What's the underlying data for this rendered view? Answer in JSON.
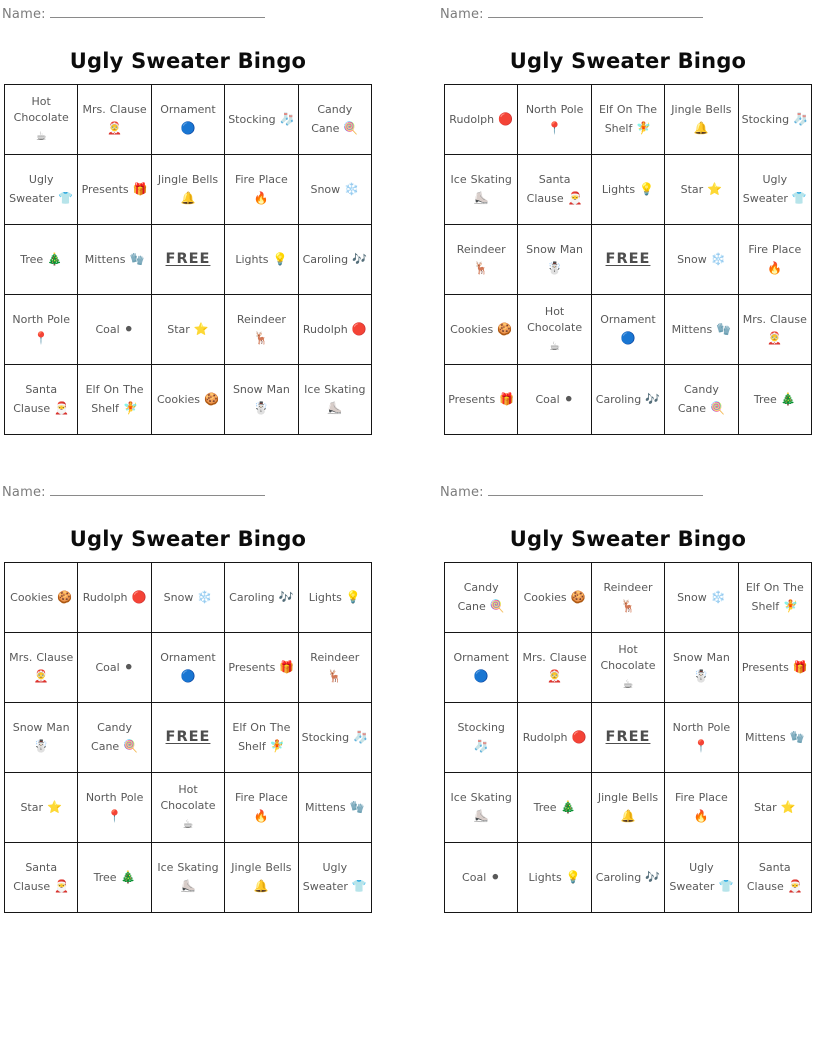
{
  "header": {
    "name_label": "Name:",
    "title": "Ugly Sweater Bingo"
  },
  "colors": {
    "grid_border": "#161616",
    "cell_text": "#595959",
    "title_text": "#0c0c0c",
    "name_text": "#7c7c7c"
  },
  "cards": [
    {
      "cells": [
        {
          "label": "Hot Chocolate",
          "emoji": "☕"
        },
        {
          "label": "Mrs. Clause",
          "emoji": "🤶"
        },
        {
          "label": "Ornament",
          "emoji": "🔵"
        },
        {
          "label": "Stocking",
          "emoji": "🧦"
        },
        {
          "label": "Candy Cane",
          "emoji": "🍭"
        },
        {
          "label": "Ugly Sweater",
          "emoji": "👕"
        },
        {
          "label": "Presents",
          "emoji": "🎁"
        },
        {
          "label": "Jingle Bells",
          "emoji": "🔔"
        },
        {
          "label": "Fire Place",
          "emoji": "🔥"
        },
        {
          "label": "Snow",
          "emoji": "❄️"
        },
        {
          "label": "Tree",
          "emoji": "🎄"
        },
        {
          "label": "Mittens",
          "emoji": "🧤"
        },
        {
          "label": "FREE",
          "emoji": "",
          "free": true
        },
        {
          "label": "Lights",
          "emoji": "💡"
        },
        {
          "label": "Caroling",
          "emoji": "🎶"
        },
        {
          "label": "North Pole",
          "emoji": "📍"
        },
        {
          "label": "Coal",
          "emoji": "⚫"
        },
        {
          "label": "Star",
          "emoji": "⭐"
        },
        {
          "label": "Reindeer",
          "emoji": "🦌"
        },
        {
          "label": "Rudolph",
          "emoji": "🔴"
        },
        {
          "label": "Santa Clause",
          "emoji": "🎅"
        },
        {
          "label": "Elf On The Shelf",
          "emoji": "🧚"
        },
        {
          "label": "Cookies",
          "emoji": "🍪"
        },
        {
          "label": "Snow Man",
          "emoji": "☃️"
        },
        {
          "label": "Ice Skating",
          "emoji": "⛸️"
        }
      ]
    },
    {
      "cells": [
        {
          "label": "Rudolph",
          "emoji": "🔴"
        },
        {
          "label": "North Pole",
          "emoji": "📍"
        },
        {
          "label": "Elf On The Shelf",
          "emoji": "🧚"
        },
        {
          "label": "Jingle Bells",
          "emoji": "🔔"
        },
        {
          "label": "Stocking",
          "emoji": "🧦"
        },
        {
          "label": "Ice Skating",
          "emoji": "⛸️"
        },
        {
          "label": "Santa Clause",
          "emoji": "🎅"
        },
        {
          "label": "Lights",
          "emoji": "💡"
        },
        {
          "label": "Star",
          "emoji": "⭐"
        },
        {
          "label": "Ugly Sweater",
          "emoji": "👕"
        },
        {
          "label": "Reindeer",
          "emoji": "🦌"
        },
        {
          "label": "Snow Man",
          "emoji": "☃️"
        },
        {
          "label": "FREE",
          "emoji": "",
          "free": true
        },
        {
          "label": "Snow",
          "emoji": "❄️"
        },
        {
          "label": "Fire Place",
          "emoji": "🔥"
        },
        {
          "label": "Cookies",
          "emoji": "🍪"
        },
        {
          "label": "Hot Chocolate",
          "emoji": "☕"
        },
        {
          "label": "Ornament",
          "emoji": "🔵"
        },
        {
          "label": "Mittens",
          "emoji": "🧤"
        },
        {
          "label": "Mrs. Clause",
          "emoji": "🤶"
        },
        {
          "label": "Presents",
          "emoji": "🎁"
        },
        {
          "label": "Coal",
          "emoji": "⚫"
        },
        {
          "label": "Caroling",
          "emoji": "🎶"
        },
        {
          "label": "Candy Cane",
          "emoji": "🍭"
        },
        {
          "label": "Tree",
          "emoji": "🎄"
        }
      ]
    },
    {
      "cells": [
        {
          "label": "Cookies",
          "emoji": "🍪"
        },
        {
          "label": "Rudolph",
          "emoji": "🔴"
        },
        {
          "label": "Snow",
          "emoji": "❄️"
        },
        {
          "label": "Caroling",
          "emoji": "🎶"
        },
        {
          "label": "Lights",
          "emoji": "💡"
        },
        {
          "label": "Mrs. Clause",
          "emoji": "🤶"
        },
        {
          "label": "Coal",
          "emoji": "⚫"
        },
        {
          "label": "Ornament",
          "emoji": "🔵"
        },
        {
          "label": "Presents",
          "emoji": "🎁"
        },
        {
          "label": "Reindeer",
          "emoji": "🦌"
        },
        {
          "label": "Snow Man",
          "emoji": "☃️"
        },
        {
          "label": "Candy Cane",
          "emoji": "🍭"
        },
        {
          "label": "FREE",
          "emoji": "",
          "free": true
        },
        {
          "label": "Elf On The Shelf",
          "emoji": "🧚"
        },
        {
          "label": "Stocking",
          "emoji": "🧦"
        },
        {
          "label": "Star",
          "emoji": "⭐"
        },
        {
          "label": "North Pole",
          "emoji": "📍"
        },
        {
          "label": "Hot Chocolate",
          "emoji": "☕"
        },
        {
          "label": "Fire Place",
          "emoji": "🔥"
        },
        {
          "label": "Mittens",
          "emoji": "🧤"
        },
        {
          "label": "Santa Clause",
          "emoji": "🎅"
        },
        {
          "label": "Tree",
          "emoji": "🎄"
        },
        {
          "label": "Ice Skating",
          "emoji": "⛸️"
        },
        {
          "label": "Jingle Bells",
          "emoji": "🔔"
        },
        {
          "label": "Ugly Sweater",
          "emoji": "👕"
        }
      ]
    },
    {
      "cells": [
        {
          "label": "Candy Cane",
          "emoji": "🍭"
        },
        {
          "label": "Cookies",
          "emoji": "🍪"
        },
        {
          "label": "Reindeer",
          "emoji": "🦌"
        },
        {
          "label": "Snow",
          "emoji": "❄️"
        },
        {
          "label": "Elf On The Shelf",
          "emoji": "🧚"
        },
        {
          "label": "Ornament",
          "emoji": "🔵"
        },
        {
          "label": "Mrs. Clause",
          "emoji": "🤶"
        },
        {
          "label": "Hot Chocolate",
          "emoji": "☕"
        },
        {
          "label": "Snow Man",
          "emoji": "☃️"
        },
        {
          "label": "Presents",
          "emoji": "🎁"
        },
        {
          "label": "Stocking",
          "emoji": "🧦"
        },
        {
          "label": "Rudolph",
          "emoji": "🔴"
        },
        {
          "label": "FREE",
          "emoji": "",
          "free": true
        },
        {
          "label": "North Pole",
          "emoji": "📍"
        },
        {
          "label": "Mittens",
          "emoji": "🧤"
        },
        {
          "label": "Ice Skating",
          "emoji": "⛸️"
        },
        {
          "label": "Tree",
          "emoji": "🎄"
        },
        {
          "label": "Jingle Bells",
          "emoji": "🔔"
        },
        {
          "label": "Fire Place",
          "emoji": "🔥"
        },
        {
          "label": "Star",
          "emoji": "⭐"
        },
        {
          "label": "Coal",
          "emoji": "⚫"
        },
        {
          "label": "Lights",
          "emoji": "💡"
        },
        {
          "label": "Caroling",
          "emoji": "🎶"
        },
        {
          "label": "Ugly Sweater",
          "emoji": "👕"
        },
        {
          "label": "Santa Clause",
          "emoji": "🎅"
        }
      ]
    }
  ]
}
